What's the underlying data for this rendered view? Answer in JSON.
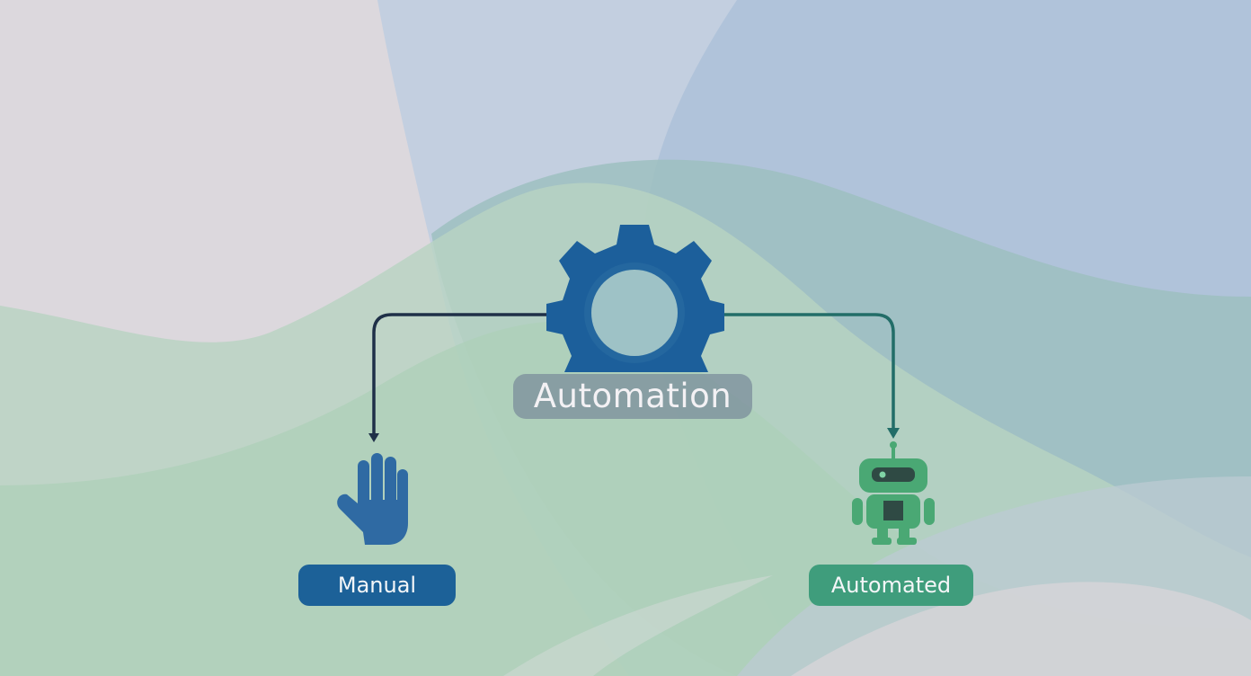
{
  "center": {
    "label": "Automation",
    "icon": "gear-icon",
    "icon_color": "#1c5f9b"
  },
  "branches": [
    {
      "label": "Manual",
      "icon": "hand-icon",
      "icon_color": "#2f6aa3",
      "pill_color": "#1c6198",
      "connector_color": "#1f3048"
    },
    {
      "label": "Automated",
      "icon": "robot-icon",
      "icon_color": "#4aa874",
      "pill_color": "#3f9d7c",
      "connector_color": "#226d68"
    }
  ]
}
